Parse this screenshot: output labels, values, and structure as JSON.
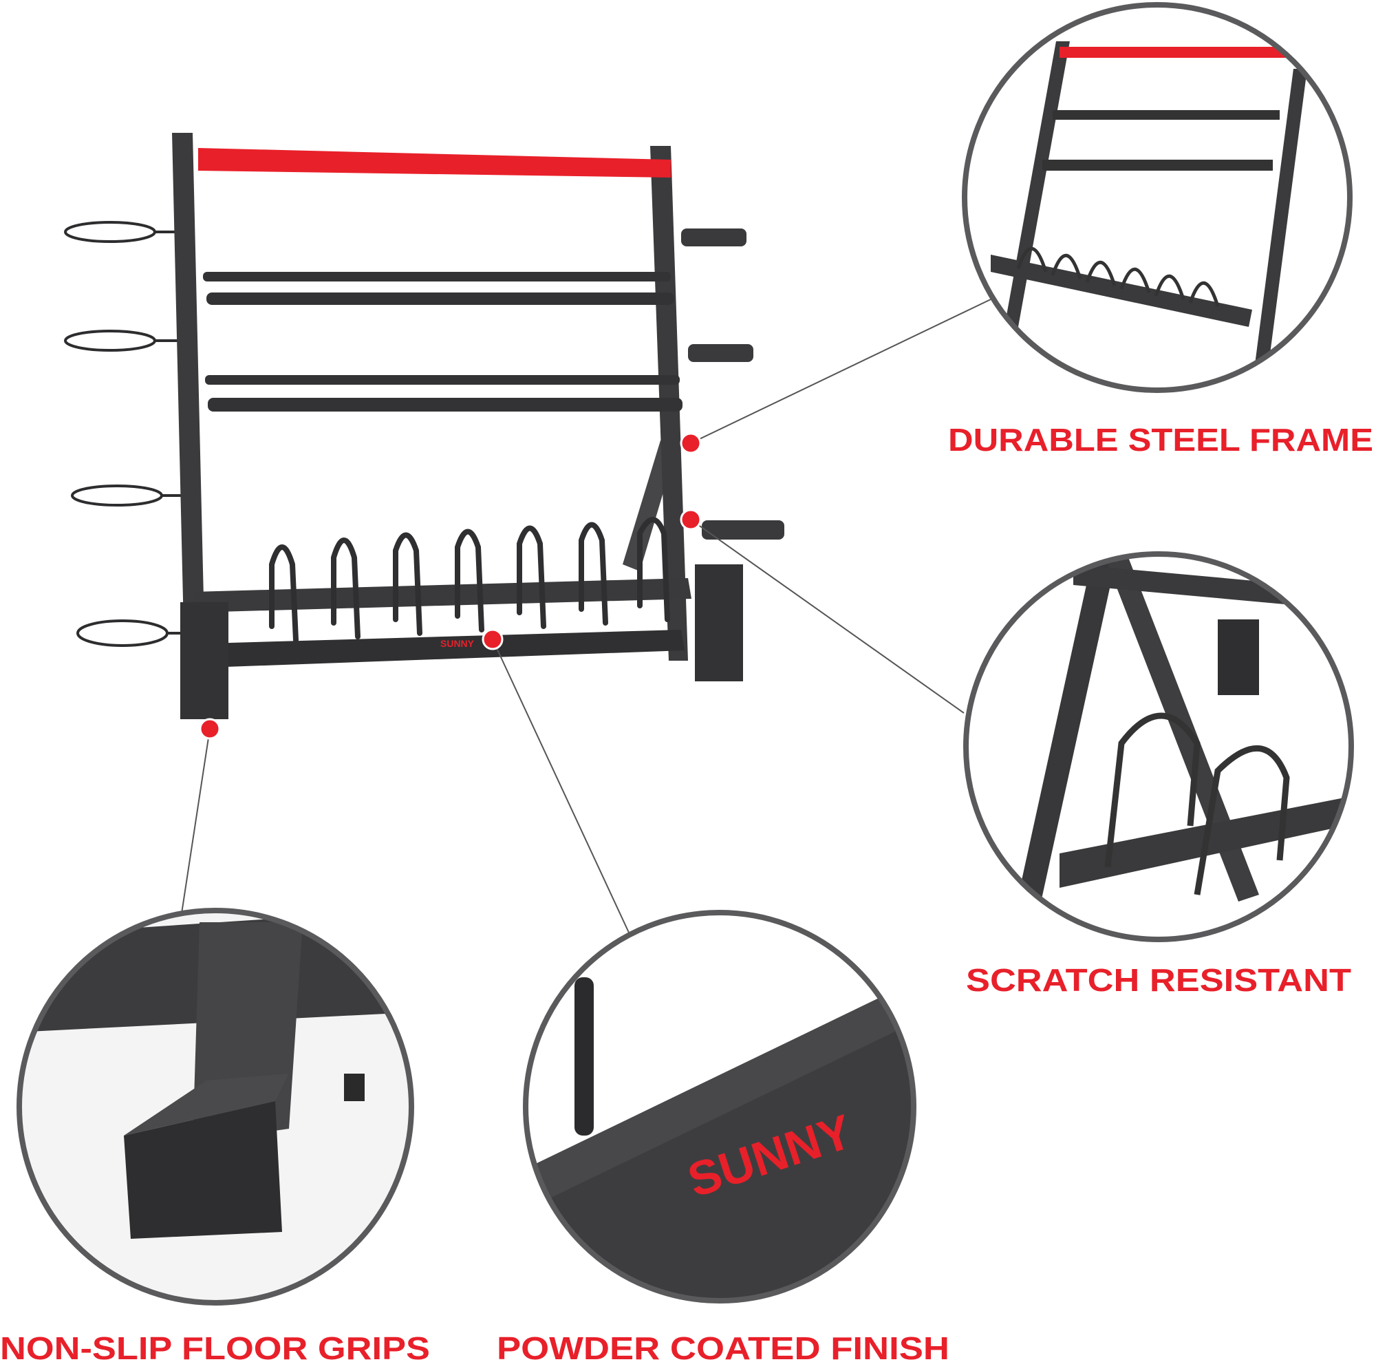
{
  "features": [
    {
      "label": "DURABLE STEEL FRAME"
    },
    {
      "label": "SCRATCH RESISTANT"
    },
    {
      "label": "NON-SLIP FLOOR GRIPS"
    },
    {
      "label": "POWDER COATED FINISH"
    }
  ],
  "brand": {
    "logo_text": "SUNNY"
  },
  "colors": {
    "accent": "#e8202a",
    "frame": "#3b3b3d",
    "circle_border": "#5a5a5c",
    "background": "#ffffff"
  }
}
